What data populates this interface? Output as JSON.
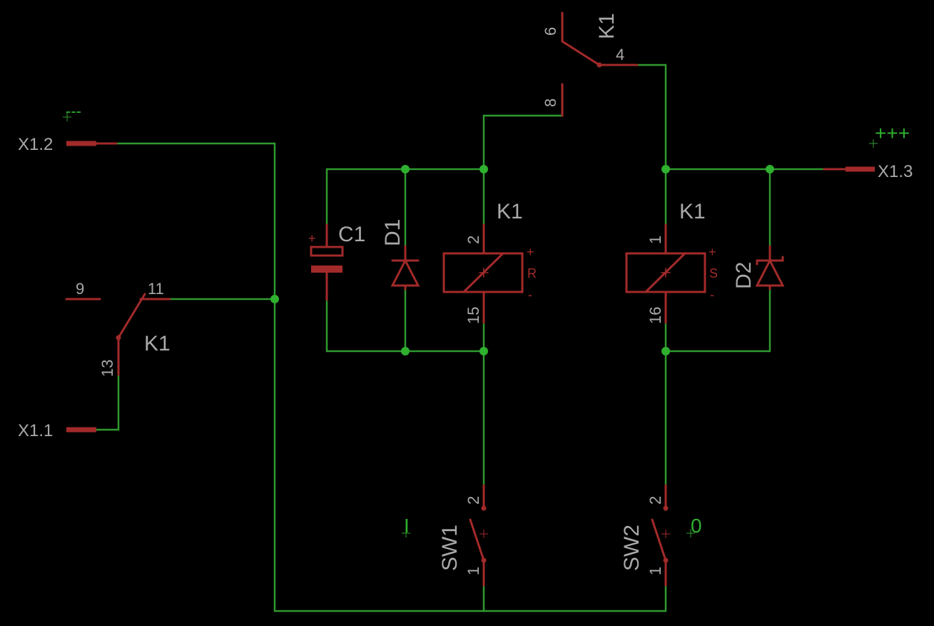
{
  "connectors": {
    "x1_2": "X1.2",
    "x1_1": "X1.1",
    "x1_3": "X1.3"
  },
  "nets": {
    "minus": "---",
    "plus": "+++",
    "one": "I",
    "zero": "0"
  },
  "relay": {
    "name": "K1",
    "contact_top": {
      "pin_a": "6",
      "pin_b": "4",
      "pin_c": "8"
    },
    "contact_left": {
      "pin_a": "9",
      "pin_b": "11",
      "pin_c": "13"
    },
    "coil_reset": {
      "pin_top": "2",
      "pin_bottom": "15",
      "mark": "R",
      "plus": "+",
      "minus": "-"
    },
    "coil_set": {
      "pin_top": "1",
      "pin_bottom": "16",
      "mark": "S",
      "plus": "+",
      "minus": "-"
    }
  },
  "capacitor": {
    "name": "C1",
    "plus": "+"
  },
  "diodes": {
    "d1": "D1",
    "d2": "D2"
  },
  "switches": {
    "sw1": {
      "name": "SW1",
      "pin_top": "2",
      "pin_bottom": "1"
    },
    "sw2": {
      "name": "SW2",
      "pin_top": "2",
      "pin_bottom": "1"
    }
  },
  "colors": {
    "background": "#000000",
    "wire": "#2f9a2f",
    "part": "#a32a2a",
    "label": "#a9a9a9"
  }
}
